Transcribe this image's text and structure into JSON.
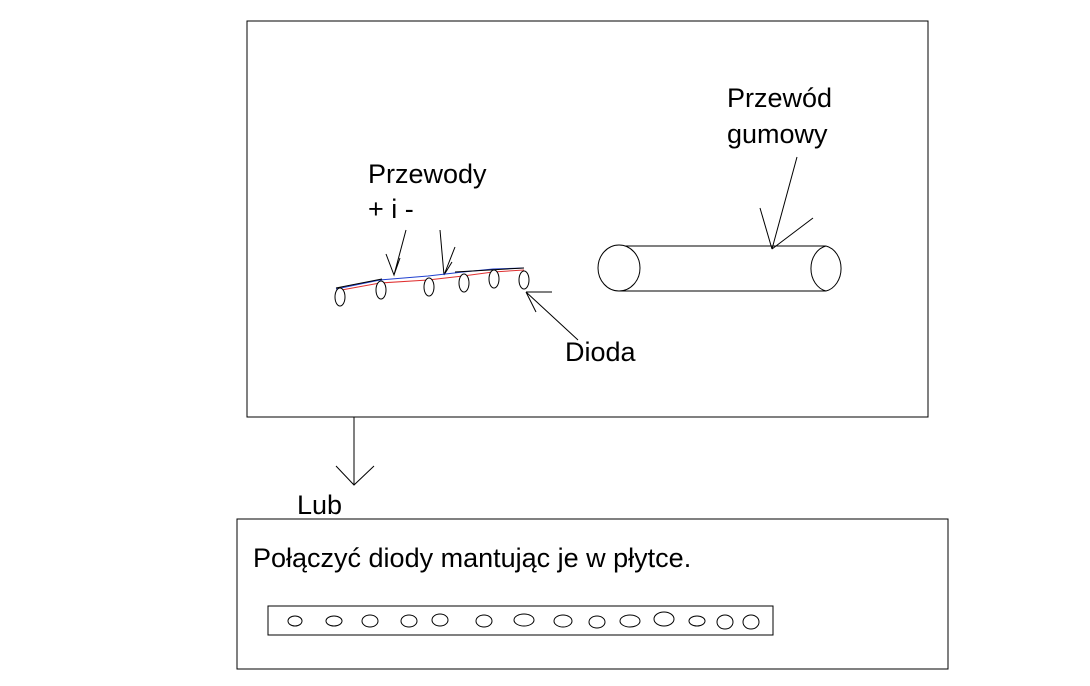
{
  "labels": {
    "wires_line1": "Przewody",
    "wires_line2": "+ i -",
    "rubber_line1": "Przewód",
    "rubber_line2": "gumowy",
    "diode": "Dioda",
    "or": "Lub",
    "instruction": "Połączyć diody mantując je w płytce."
  },
  "colors": {
    "ink": "#000000",
    "wire_positive": "#e03030",
    "wire_negative": "#2040d0",
    "background": "#ffffff"
  }
}
